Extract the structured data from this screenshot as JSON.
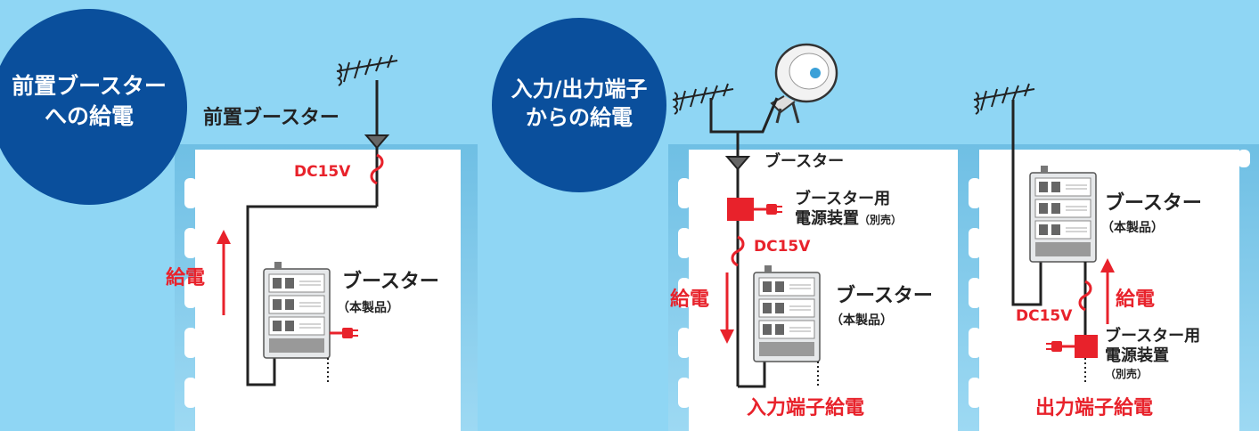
{
  "panels": {
    "pre_booster": {
      "circle_title_line1": "前置ブースター",
      "circle_title_line2": "への給電",
      "pre_booster_label": "前置ブースター",
      "voltage": "DC15V",
      "feed": "給電",
      "booster_label": "ブースター",
      "booster_sub": "（本製品）"
    },
    "io_feed": {
      "circle_title_line1": "入力/出力端子",
      "circle_title_line2": "からの給電"
    },
    "input_feed": {
      "booster_top_label": "ブースター",
      "power_unit_line1": "ブースター用",
      "power_unit_line2": "電源装置",
      "power_unit_note": "（別売）",
      "voltage": "DC15V",
      "feed": "給電",
      "booster_label": "ブースター",
      "booster_sub": "（本製品）",
      "caption": "入力端子給電"
    },
    "output_feed": {
      "booster_label": "ブースター",
      "booster_sub": "（本製品）",
      "feed": "給電",
      "voltage": "DC15V",
      "power_unit_line1": "ブースター用",
      "power_unit_line2": "電源装置",
      "power_unit_note": "（別売）",
      "caption": "出力端子給電"
    }
  },
  "colors": {
    "background": "#8fd6f4",
    "circle": "#0a4f9c",
    "accent_red": "#e8222b",
    "panel": "#ffffff",
    "line": "#222222"
  }
}
